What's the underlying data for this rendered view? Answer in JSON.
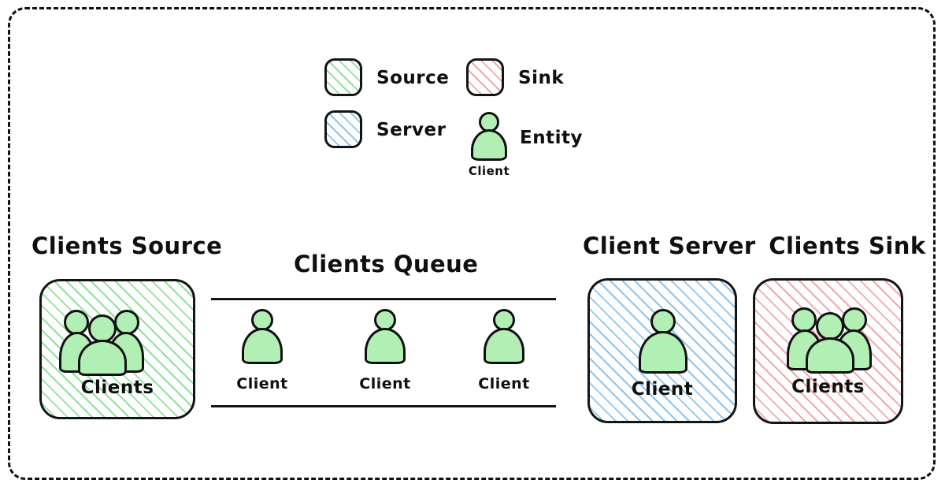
{
  "diagram": {
    "title_hidden": "",
    "colors": {
      "source_hatch": "#8fe39a",
      "server_hatch": "#8cc5ef",
      "sink_hatch": "#f3a9ab",
      "entity_fill": "#b1efb4",
      "stroke": "#141414",
      "background": "#ffffff"
    }
  },
  "legend": {
    "items": [
      {
        "key": "source",
        "label": "Source",
        "swatch": "green-hatched-box"
      },
      {
        "key": "sink",
        "label": "Sink",
        "swatch": "red-hatched-box"
      },
      {
        "key": "server",
        "label": "Server",
        "swatch": "blue-hatched-box"
      },
      {
        "key": "entity",
        "label": "Entity",
        "swatch": "green-person-icon",
        "sublabel": "Client"
      }
    ]
  },
  "nodes": {
    "source": {
      "title": "Clients Source",
      "caption": "Clients",
      "icon": "people-group-icon",
      "kind": "source"
    },
    "queue": {
      "title": "Clients Queue",
      "entities": [
        {
          "caption": "Client",
          "icon": "person-icon"
        },
        {
          "caption": "Client",
          "icon": "person-icon"
        },
        {
          "caption": "Client",
          "icon": "person-icon"
        }
      ]
    },
    "server": {
      "title": "Client Server",
      "caption": "Client",
      "icon": "person-icon",
      "kind": "server"
    },
    "sink": {
      "title": "Clients Sink",
      "caption": "Clients",
      "icon": "people-group-icon",
      "kind": "sink"
    }
  }
}
